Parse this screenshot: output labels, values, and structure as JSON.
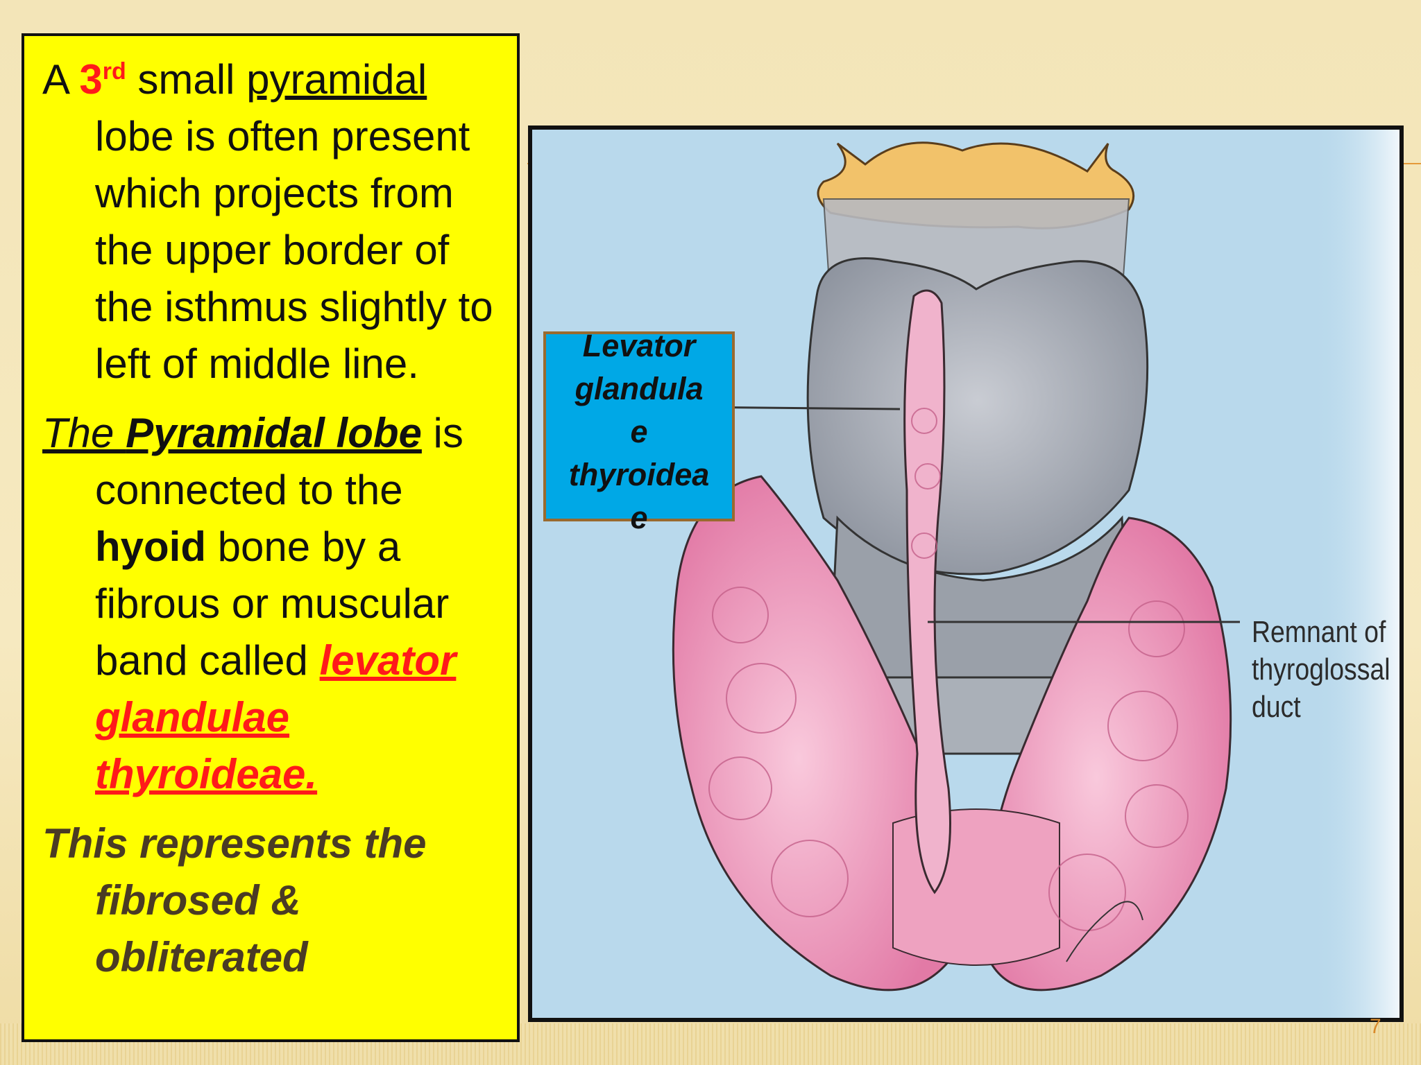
{
  "slide": {
    "number": "7",
    "colors": {
      "background": "#f8e8b4",
      "text_box": "#ffff00",
      "red_accent": "#ff1a1a",
      "callout": "#00a8e6",
      "image_bg": "#b9d9ec"
    }
  },
  "text_box": {
    "p1": {
      "a": "A ",
      "num": "3",
      "sup": "rd",
      "small": " small ",
      "pyramidal": "pyramidal",
      "rest": " lobe is often present which projects from the upper border of the isthmus slightly to left of middle line."
    },
    "p2": {
      "the": "The ",
      "pyramidal_lobe": "Pyramidal lobe",
      "connected": " is connected to the ",
      "hyoid": "hyoid",
      "band": " bone by a fibrous or muscular band called ",
      "term": "levator glandulae thyroideae."
    },
    "p3": {
      "text": "This represents the fibrosed & obliterated"
    }
  },
  "callout": {
    "line1": "Levator",
    "line2": "glandula",
    "line3": "e",
    "line4": "thyroidea",
    "line5": "e"
  },
  "image_label": {
    "line1": "Remnant of",
    "line2": "thyroglossal",
    "line3": "duct"
  }
}
